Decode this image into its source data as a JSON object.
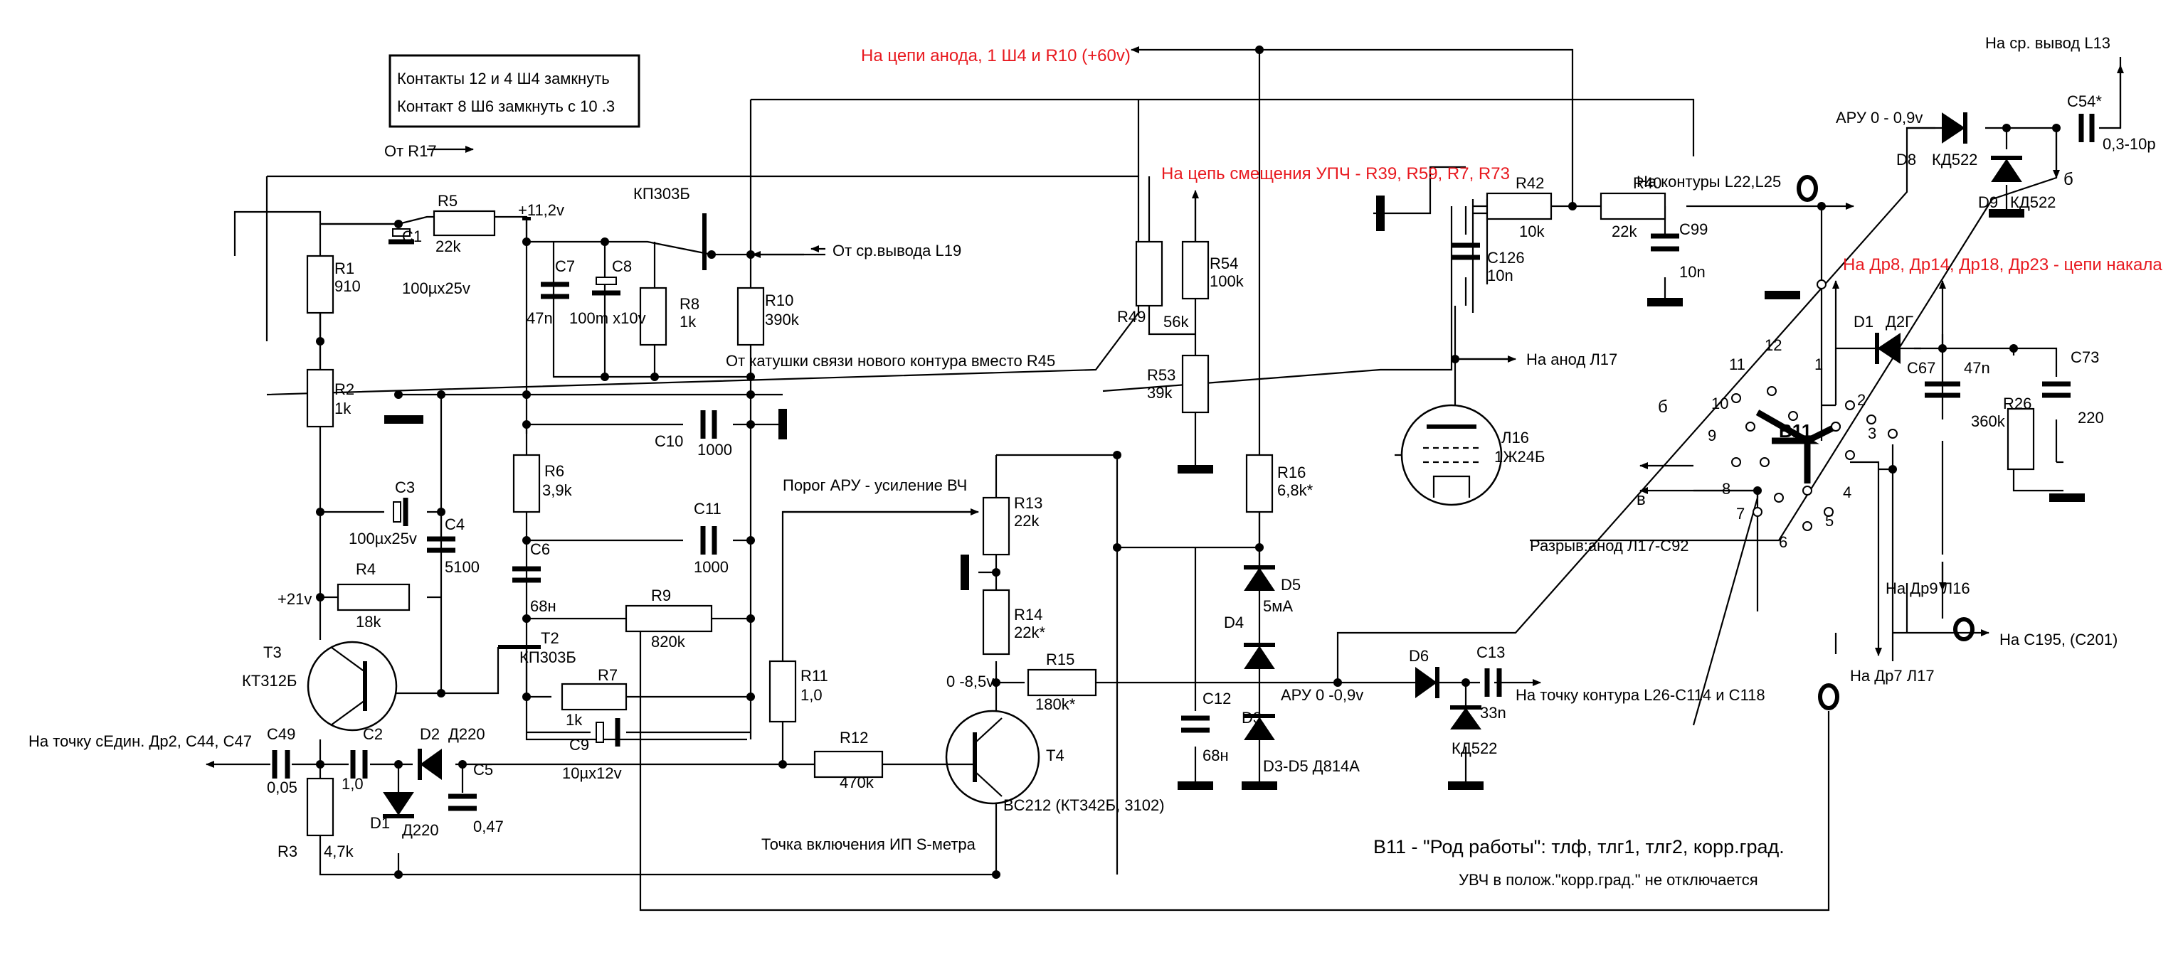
{
  "note": {
    "line1": "Контакты 12 и 4 Ш4 замкнуть",
    "line2": "Контакт 8 Ш6 замкнуть с 10 .3"
  },
  "red": {
    "anode": "На цепи анода, 1 Ш4 и R10  (+60v)",
    "bias": "На цепь смещения УПЧ - R39, R59, R7, R73",
    "heater": "На Др8, Др14, Др18, Др23 - цепи накала"
  },
  "labels": {
    "ot_r17": "От R17",
    "plus11": "+11,2v",
    "kp303": "КП303Б",
    "ot_l19": "От ср.вывода L19",
    "coupling": "От катушки связи нового контура вместо R45",
    "porog": "Порог АРУ - усиление ВЧ",
    "plus21": "+21v",
    "t3": "Т3",
    "kt312": "КТ312Б",
    "t2": "Т2",
    "kp303b": "КП303Б",
    "t4": "Т4",
    "bc212": "BC212 (КТ342Б, 3102)",
    "smeter": "Точка включения ИП S-метра",
    "sedin": "На точку сЕдин. Др2, С44, С47",
    "v08": "0 -8,5v",
    "aru09": "АРУ  0 -0,9v",
    "l26": "На точку контура L26-C114  и С118",
    "d3d5": "D3-D5 Д814А",
    "ma5": "5мА",
    "anod_l17": "На анод Л17",
    "l16": "Л16",
    "tube": "1Ж24Б",
    "razryv": "Разрыв:анод Л17-С92",
    "kontury": "На контуры L22,L25",
    "sr_l13": "На ср. вывод L13",
    "aru_top": "АРУ  0 - 0,9v",
    "b11": "B11",
    "dr9": "На Др9 Л16",
    "c195": "На С195, (С201)",
    "dr7": "На Др7 Л17",
    "b11desc": "В11 - \"Род работы\": тлф, тлг1, тлг2, корр.град.",
    "uvch": "УВЧ в полож.\"корр.град.\" не отключается",
    "b_small": "б",
    "v_small": "в"
  },
  "parts": {
    "R1": "R1",
    "R1v": "910",
    "R2": "R2",
    "R2v": "1k",
    "R3": "R3",
    "R3v": "4,7k",
    "R4": "R4",
    "R4v": "18k",
    "R5": "R5",
    "R5v": "22k",
    "R6": "R6",
    "R6v": "3,9k",
    "R7": "R7",
    "R7v": "1k",
    "R8": "R8",
    "R8v": "1k",
    "R9": "R9",
    "R9v": "820k",
    "R10": "R10",
    "R10v": "390k",
    "R11": "R11",
    "R11v": "1,0",
    "R12": "R12",
    "R12v": "470k",
    "R13": "R13",
    "R13v": "22k",
    "R14": "R14",
    "R14v": "22k*",
    "R15": "R15",
    "R15v": "180k*",
    "R16": "R16",
    "R16v": "6,8k*",
    "R26": "R26",
    "R26v": "360k",
    "R40": "R40",
    "R40v": "22k",
    "R42": "R42",
    "R42v": "10k",
    "R49": "R49",
    "R49v": "56k",
    "R53": "R53",
    "R53v": "39k",
    "R54": "R54",
    "R54v": "100k",
    "C1": "C1",
    "C1v": "100µx25v",
    "C2": "C2",
    "C2v": "1,0",
    "C3": "C3",
    "C3v": "100µx25v",
    "C4": "C4",
    "C4v": "5100",
    "C5": "C5",
    "C5v": "0,47",
    "C6": "C6",
    "C6v": "68н",
    "C7": "C7",
    "C7v": "47n",
    "C8": "C8",
    "C8v": "100m x10v",
    "C9": "C9",
    "C9v": "10µx12v",
    "C10": "C10",
    "C10v": "1000",
    "C11": "C11",
    "C11v": "1000",
    "C12": "C12",
    "C12v": "68н",
    "C13": "C13",
    "C13v": "33n",
    "C49": "C49",
    "C49v": "0,05",
    "C54": "C54*",
    "C54v": "0,3-10p",
    "C67": "C67",
    "C67v": "47n",
    "C73": "C73",
    "C73v": "220",
    "C99": "C99",
    "C99v": "10n",
    "C126": "C126",
    "C126v": "10n",
    "D1": "D1",
    "D1v": "Д220",
    "D1b": "D1",
    "D1bv": "Д2Г",
    "D2": "D2",
    "D2v": "Д220",
    "D3": "D3",
    "D4": "D4",
    "D5": "D5",
    "D6": "D6",
    "D6v": "КД522",
    "D8": "D8",
    "D8v": "КД522",
    "D9": "D9",
    "D9v": "КД522"
  },
  "switch_numbers": [
    "1",
    "2",
    "3",
    "4",
    "5",
    "6",
    "7",
    "8",
    "9",
    "10",
    "11",
    "12"
  ],
  "colors": {
    "annotation_red": "#e8191f",
    "ink": "#000000"
  },
  "icons": [
    "resistor-symbol",
    "capacitor-symbol",
    "diode-symbol",
    "zener-symbol",
    "transistor-symbol",
    "tube-symbol",
    "ground-symbol",
    "rotary-switch-symbol"
  ]
}
